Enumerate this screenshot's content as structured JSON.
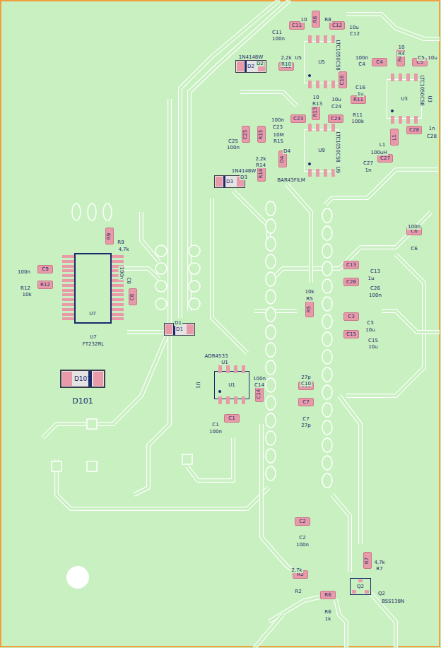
{
  "diagram": {
    "nodes": [
      {
        "text": [
          "R8"
        ]
      },
      {
        "text": [
          "C11"
        ]
      },
      {
        "text": [
          "C12"
        ]
      },
      {
        "text": [
          "U5"
        ]
      },
      {
        "text": [
          "D2"
        ]
      },
      {
        "text": [
          "R10"
        ]
      },
      {
        "text": [
          "R4"
        ]
      },
      {
        "text": [
          "C4"
        ]
      },
      {
        "text": [
          "C5"
        ]
      },
      {
        "text": [
          "U3"
        ]
      },
      {
        "text": [
          "C16"
        ]
      },
      {
        "text": [
          "R13"
        ]
      },
      {
        "text": [
          "C24"
        ]
      },
      {
        "text": [
          "R11"
        ]
      },
      {
        "text": [
          "C23"
        ]
      },
      {
        "text": [
          "C28"
        ]
      },
      {
        "text": [
          "L1"
        ]
      },
      {
        "text": [
          "C25"
        ]
      },
      {
        "text": [
          "R15"
        ]
      },
      {
        "text": [
          "U9"
        ]
      },
      {
        "text": [
          "D4"
        ]
      },
      {
        "text": [
          "C27"
        ]
      },
      {
        "text": [
          "R14"
        ]
      },
      {
        "text": [
          "D3"
        ]
      },
      {
        "text": [
          "R9"
        ]
      },
      {
        "text": [
          "C6"
        ]
      },
      {
        "text": [
          "C9"
        ]
      },
      {
        "text": [
          "R12"
        ]
      },
      {
        "text": [
          "U7"
        ]
      },
      {
        "text": [
          "C8"
        ]
      },
      {
        "text": [
          "C13"
        ]
      },
      {
        "text": [
          "C26"
        ]
      },
      {
        "text": [
          "R5"
        ]
      },
      {
        "text": [
          "C3"
        ]
      },
      {
        "text": [
          "C15"
        ]
      },
      {
        "text": [
          "D1"
        ]
      },
      {
        "text": [
          "D101"
        ]
      },
      {
        "text": [
          "U1"
        ]
      },
      {
        "text": [
          "C14"
        ]
      },
      {
        "text": [
          "C10"
        ]
      },
      {
        "text": [
          "C7"
        ]
      },
      {
        "text": [
          "C1"
        ]
      },
      {
        "text": [
          "C2"
        ]
      },
      {
        "text": [
          "R7"
        ]
      },
      {
        "text": [
          "R2"
        ]
      },
      {
        "text": [
          "Q2"
        ]
      },
      {
        "text": [
          "R6"
        ]
      }
    ],
    "labels": [
      "10",
      "R8",
      "C11",
      "100n",
      "10u",
      "C12",
      "LTC1050CS8",
      "2,2k",
      "U5",
      "R10",
      "1N4148W",
      "D2",
      "10",
      "R4",
      "C5",
      "10u",
      "100n",
      "C4",
      "C16",
      "1u",
      "LTC1050CS8",
      "U3",
      "1n",
      "C28",
      "10",
      "R13",
      "10u",
      "C24",
      "R11",
      "100k",
      "100n",
      "C23",
      "C25",
      "100n",
      "10M",
      "R15",
      "LTC1050CS8",
      "U9",
      "D4",
      "2,2k",
      "R14",
      "BAR43FILM",
      "1N4148W",
      "D3",
      "L1",
      "100uH",
      "C27",
      "1n",
      "100n",
      "C6",
      "R9",
      "4,7k",
      "100n",
      "R12",
      "10k",
      "U7",
      "FT232RL",
      "100n",
      "C8",
      "D1",
      "D101",
      "ADR4533",
      "U1",
      "U1",
      "100n",
      "C14",
      "C1",
      "100n",
      "27p",
      "C10",
      "C7",
      "27p",
      "C13",
      "1u",
      "C26",
      "100n",
      "10k",
      "R5",
      "C3",
      "10u",
      "C15",
      "10u",
      "C2",
      "100n",
      "2,7k",
      "R2",
      "R6",
      "1k",
      "4,7k",
      "R7",
      "Q2",
      "BSS138N"
    ]
  }
}
